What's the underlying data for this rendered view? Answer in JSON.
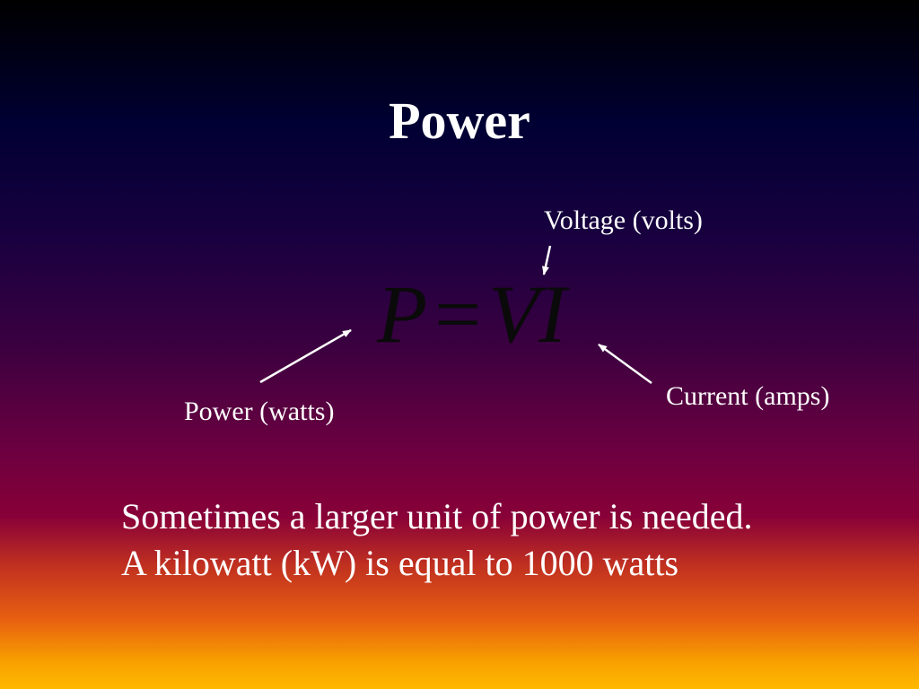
{
  "slide": {
    "title": "Power",
    "equation": {
      "lhs": "P",
      "operator": "=",
      "rhs_voltage": "V",
      "rhs_current": "I"
    },
    "labels": {
      "voltage": "Voltage (volts)",
      "current": "Current (amps)",
      "power": "Power (watts)"
    },
    "body": {
      "line1": "Sometimes a larger unit of power is needed.",
      "line2": "A kilowatt (kW) is equal to 1000 watts"
    },
    "colors": {
      "text": "#ffffff",
      "equation": "#0a0a0a",
      "arrow": "#ffffff"
    }
  }
}
